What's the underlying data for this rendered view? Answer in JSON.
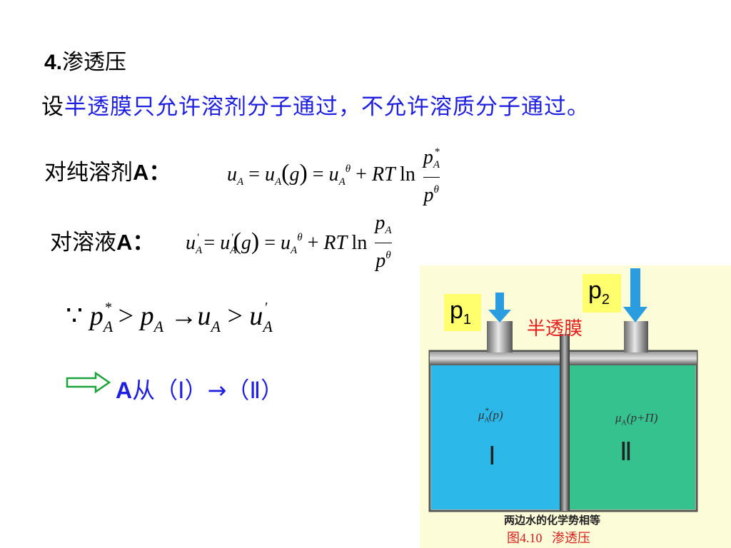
{
  "heading": {
    "number": "4.",
    "title": "渗透压"
  },
  "statement": {
    "prefix": "设",
    "body": "半透膜只允许溶剂分子通过，不允许溶质分子通过。"
  },
  "pure_solvent": {
    "label_cn": "对纯溶剂",
    "label_a": "A："
  },
  "solution": {
    "label_cn": "对溶液",
    "label_a": "A："
  },
  "conclusion": {
    "a": "A",
    "text": "从（Ⅰ）→（Ⅱ）"
  },
  "figure": {
    "p1": "p",
    "p1_sub": "1",
    "p2": "p",
    "p2_sub": "2",
    "membrane_label": "半透膜",
    "left_mu": "μ",
    "left_mu_arg": "(p)",
    "right_mu": "μ",
    "right_mu_arg": "(p+Π)",
    "left_roman": "Ⅰ",
    "right_roman": "Ⅱ",
    "caption1": "两边水的化学势相等",
    "caption2": "图4.10   渗透压"
  },
  "colors": {
    "blue_text": "#1f1fe0",
    "left_liquid": "#2db8ea",
    "right_liquid": "#35c28e",
    "arrow": "#2a9de0",
    "label_bg": "#ffff6e",
    "membrane_text": "#e81c1c",
    "caption_red": "#d62020",
    "figure_bg": "#fdfcd9"
  }
}
